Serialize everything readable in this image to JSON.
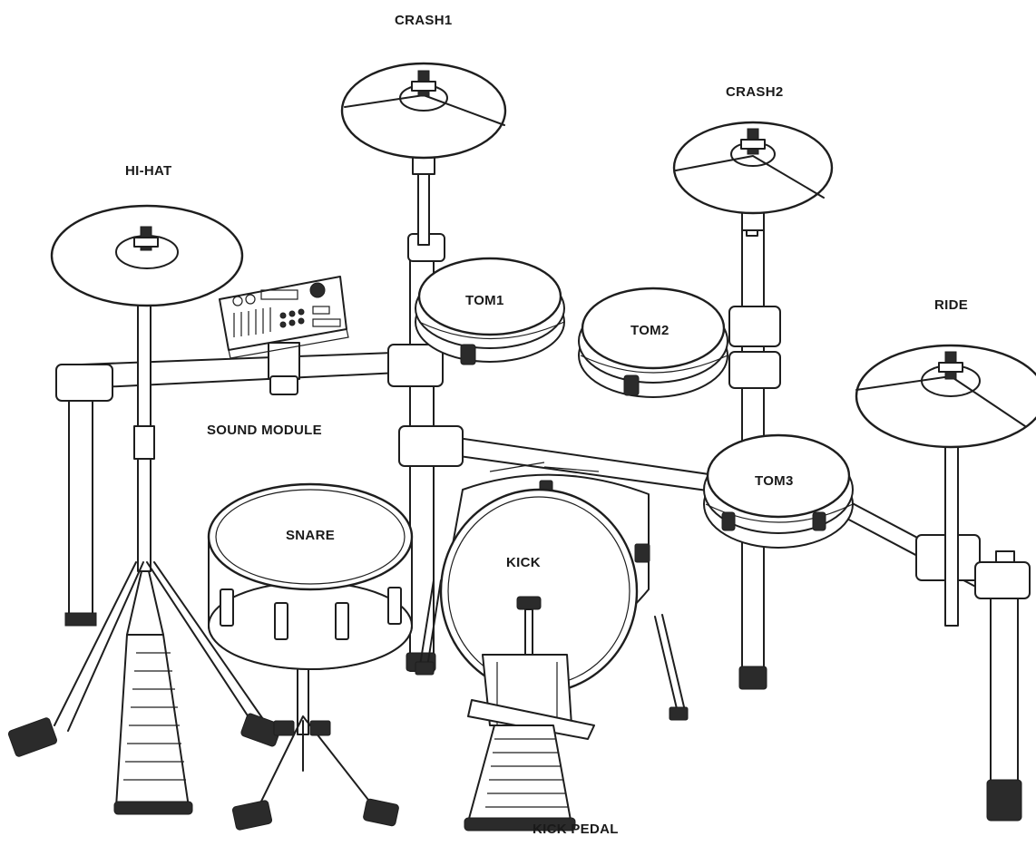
{
  "labels": {
    "crash1": "CRASH1",
    "crash2": "CRASH2",
    "hihat": "HI-HAT",
    "ride": "RIDE",
    "tom1": "TOM1",
    "tom2": "TOM2",
    "tom3": "TOM3",
    "sound_module": "SOUND MODULE",
    "snare": "SNARE",
    "kick": "KICK",
    "kick_pedal": "KICK PEDAL"
  }
}
